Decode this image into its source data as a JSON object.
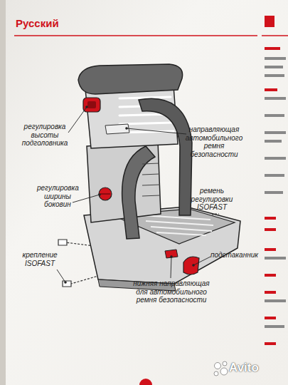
{
  "diagram": {
    "title": "Русский",
    "labels": [
      "регулировка высоты подголовника",
      "направляющая автомобильного ремня безопасности",
      "ремень регулировки ISOFAST",
      "регулировка ширины боковин",
      "подстаканник",
      "крепление ISOFAST",
      "нижняя направляющая для автомобильного ремня безопасности",
      "Avito"
    ]
  }
}
